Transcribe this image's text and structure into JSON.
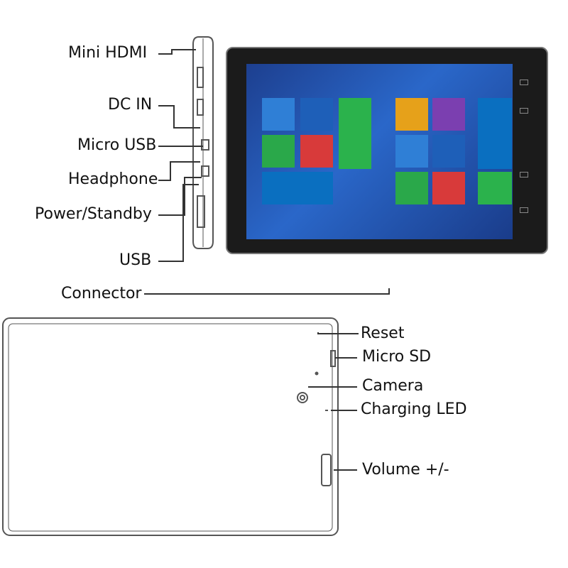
{
  "labels": {
    "mini_hdmi": "Mini HDMI",
    "dc_in": "DC IN",
    "micro_usb": "Micro USB",
    "headphone": "Headphone",
    "power_standby": "Power/Standby",
    "usb": "USB",
    "connector": "Connector",
    "reset": "Reset",
    "micro_sd": "Micro SD",
    "camera": "Camera",
    "charging_led": "Charging LED",
    "volume": "Volume +/-"
  },
  "screen": {
    "tile_colors": [
      "#2f7fd6",
      "#1e5fb8",
      "#2aa84a",
      "#d83a3a",
      "#0a6fc0",
      "#2bb24c",
      "#e6a11a",
      "#7b3fb0"
    ]
  }
}
